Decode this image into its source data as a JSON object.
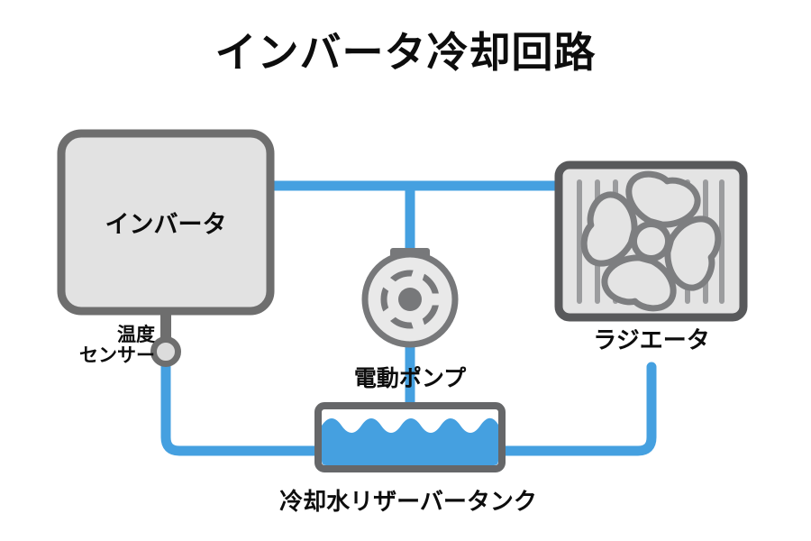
{
  "title": "インバータ冷却回路",
  "palette": {
    "coolant_blue": "#45A0E0",
    "component_border_gray": "#6E6E6E",
    "component_fill_gray": "#E2E2E2",
    "radiator_border_gray": "#58595B",
    "radiator_fin_gray": "#9B9C9E",
    "fan_outline_gray": "#7D7E80",
    "pump_gray": "#77787A",
    "tank_border_gray": "#666769",
    "text_black": "#0D0D0D"
  },
  "components": {
    "inverter": {
      "label": "インバータ"
    },
    "temp_sensor": {
      "label_line1": "温度",
      "label_line2": "センサー"
    },
    "pump": {
      "label": "電動ポンプ"
    },
    "radiator": {
      "label": "ラジエータ"
    },
    "reservoir_tank": {
      "label": "冷却水リザーバータンク"
    }
  }
}
